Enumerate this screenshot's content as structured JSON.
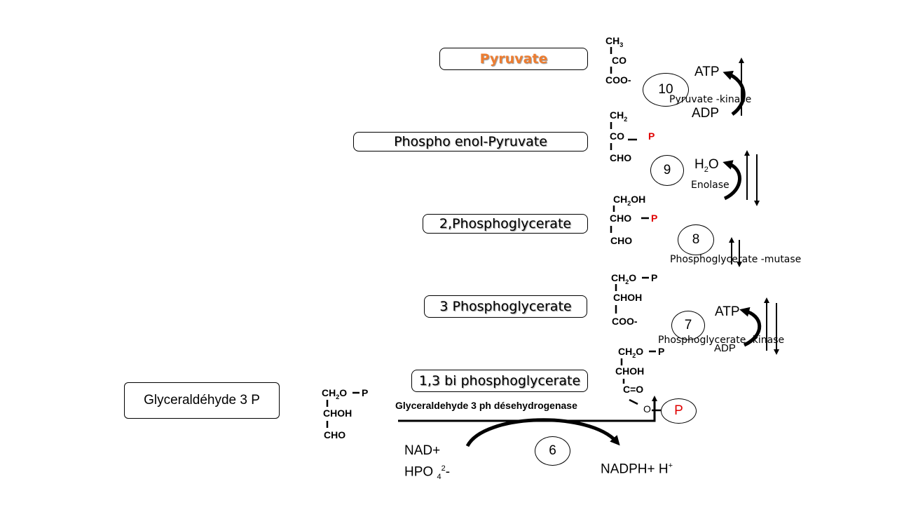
{
  "compartments": {
    "pyruvate": "Pyruvate",
    "pep": "Phospho enol-Pyruvate",
    "pg2": "2,Phosphoglycerate",
    "pg3": "3 Phosphoglycerate",
    "bpg13": "1,3 bi phosphoglycerate",
    "g3p": "Glyceraldéhyde 3 P"
  },
  "molecules": {
    "pyruvate": {
      "l1": "CH",
      "l1sub": "3",
      "l2": "CO",
      "l3": "COO-"
    },
    "pep": {
      "l1": "CH",
      "l1sub": "2",
      "l2": "CO",
      "p": "P",
      "l3": "CHO"
    },
    "pg2": {
      "l1a": "CH",
      "l1sub": "2",
      "l1b": "OH",
      "l2": "CHO",
      "p": "P",
      "l3": "CHO"
    },
    "pg3": {
      "l1a": "CH",
      "l1sub": "2",
      "l1b": "O",
      "p": "P",
      "l2": "CHOH",
      "l3": "COO-"
    },
    "bpg13": {
      "l1a": "CH",
      "l1sub": "2",
      "l1b": "O",
      "p": "P",
      "l2": "CHOH",
      "l3": "C=O",
      "l4": "O"
    },
    "g3p": {
      "l1a": "CH",
      "l1sub": "2",
      "l1b": "O",
      "p": "P",
      "l2": "CHOH",
      "l3": "CHO"
    }
  },
  "steps": {
    "s10": {
      "num": "10",
      "top": "ATP",
      "bottom": "ADP",
      "enzyme": "Pyruvate -kinase"
    },
    "s9": {
      "num": "9",
      "top_main": "H",
      "top_sub": "2",
      "top_tail": "O",
      "enzyme": "Enolase"
    },
    "s8": {
      "num": "8",
      "enzyme": "Phosphoglycerate -mutase"
    },
    "s7": {
      "num": "7",
      "top": "ATP",
      "bottom": "ADP",
      "enzyme": "Phosphoglycerate -kinase"
    },
    "s6": {
      "num": "6",
      "enzyme": "Glyceraldehyde 3 ph désehydrogenase",
      "phosphate": "P",
      "in1": "NAD+",
      "in2_main": "HPO",
      "in2_sub": "4",
      "in2_sup": "2",
      "in2_tail": "-",
      "out_main": "NADPH+ H",
      "out_sup": "+"
    }
  },
  "colors": {
    "accent": "#ed7d31",
    "phosphate": "#e00000",
    "line": "#000000"
  }
}
